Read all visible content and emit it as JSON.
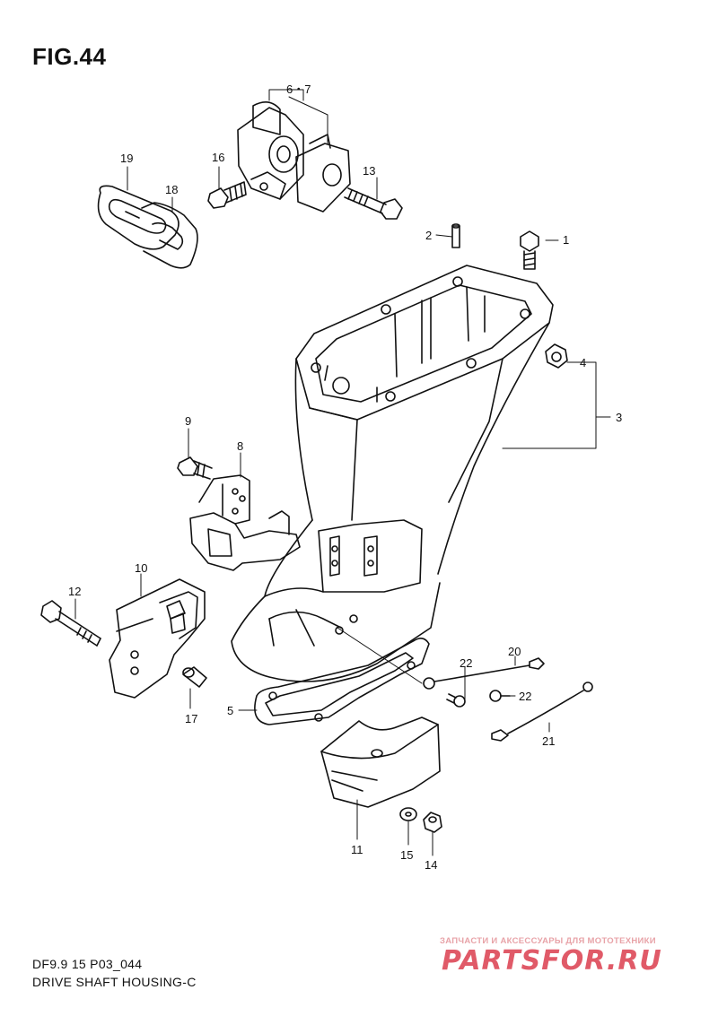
{
  "figure": {
    "title": "FIG.44"
  },
  "callouts": {
    "c1": "1",
    "c2": "2",
    "c3": "3",
    "c4": "4",
    "c5": "5",
    "c67": "6・7",
    "c8": "8",
    "c9": "9",
    "c10": "10",
    "c11": "11",
    "c12": "12",
    "c13": "13",
    "c14": "14",
    "c15": "15",
    "c16": "16",
    "c17": "17",
    "c18": "18",
    "c19": "19",
    "c20": "20",
    "c21": "21",
    "c22a": "22",
    "c22b": "22"
  },
  "footer": {
    "model_code": "DF9.9 15 P03_044",
    "section_name": "DRIVE SHAFT HOUSING-C"
  },
  "watermark": {
    "tagline": "ЗАПЧАСТИ И АКСЕССУАРЫ ДЛЯ МОТОТЕХНИКИ",
    "logo": "PARTSFOR.RU"
  },
  "colors": {
    "line": "#111111",
    "watermark": "#e05a68"
  }
}
